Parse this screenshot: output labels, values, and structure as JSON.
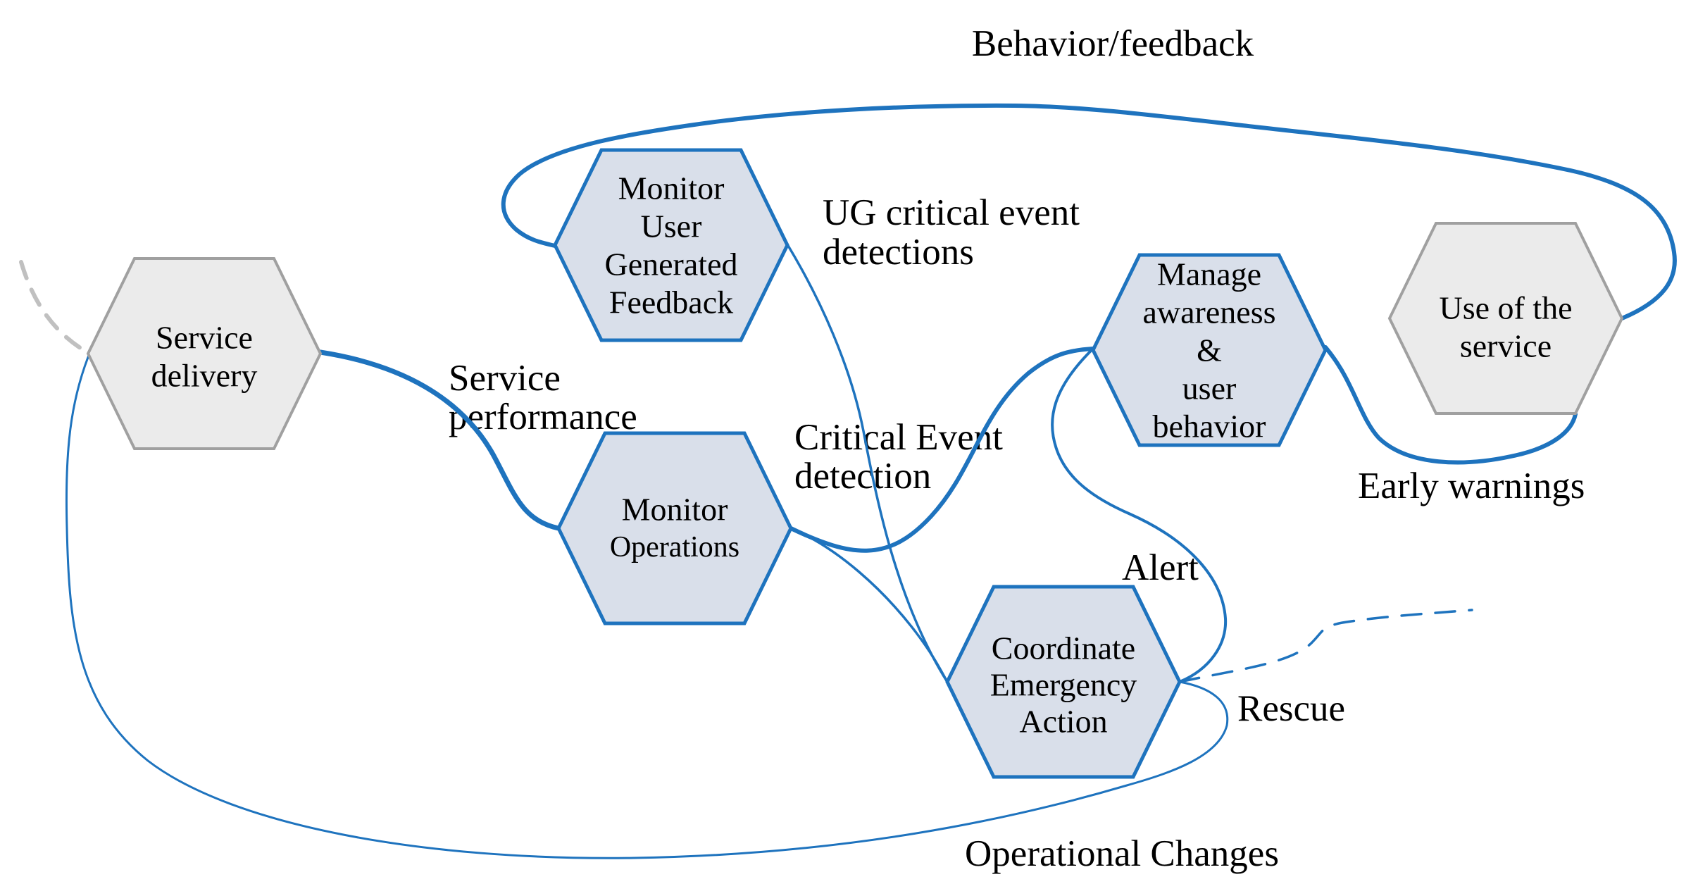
{
  "colors": {
    "curve_blue": "#1E73BE",
    "hex_blue_fill": "#D9DFEA",
    "hex_blue_stroke": "#1E73BE",
    "hex_gray_fill": "#EBEBEB",
    "hex_gray_stroke": "#A0A0A0",
    "dashed_gray": "#C0C0C0",
    "text_color": "#000000"
  },
  "nodes": {
    "service_delivery": {
      "lines": [
        "Service",
        "delivery"
      ]
    },
    "monitor_ugf": {
      "lines": [
        "Monitor",
        "User",
        "Generated",
        "Feedback"
      ]
    },
    "monitor_operations": {
      "lines": [
        "Monitor",
        "Operations"
      ]
    },
    "manage_awareness": {
      "lines": [
        "Manage",
        "awareness",
        "&",
        "user",
        "behavior"
      ]
    },
    "use_of_service": {
      "lines": [
        "Use of the",
        "service"
      ]
    },
    "coordinate_emergency": {
      "lines": [
        "Coordinate",
        "Emergency",
        "Action"
      ]
    }
  },
  "edge_labels": {
    "behavior_feedback": "Behavior/feedback",
    "ug_critical_event": {
      "lines": [
        "UG critical event",
        "detections"
      ]
    },
    "service_performance": {
      "lines": [
        "Service",
        "performance"
      ]
    },
    "critical_event": {
      "lines": [
        "Critical Event",
        "detection"
      ]
    },
    "early_warnings": "Early warnings",
    "alert": "Alert",
    "rescue": "Rescue",
    "operational_changes": "Operational Changes"
  }
}
